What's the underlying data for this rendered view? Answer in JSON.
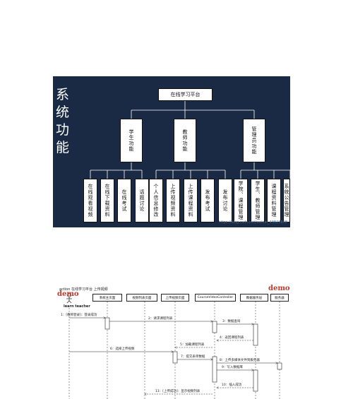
{
  "functions": {
    "side_title": "系统功能",
    "root": "在线学习平台",
    "groups": [
      {
        "label": "学生功能",
        "children": [
          "在线观看视频",
          "在线下载资料",
          "在线考试",
          "话题讨论"
        ]
      },
      {
        "label": "教师功能",
        "children": [
          "个人信息修改",
          "上传视频资料",
          "上传课程资料",
          "发布考试",
          "发布讨论"
        ]
      },
      {
        "label": "管理员功能",
        "children": [
          "学院、课程管理",
          "学生、教师管理",
          "课程资料管理",
          "系统公告管理"
        ]
      }
    ],
    "watermark": "https://blog.csdn.net/weixin_43823808"
  },
  "sequence": {
    "title": "action 在线学习平台 上传视频",
    "demo_left": "demo",
    "demo_right": "demo",
    "actor": "learn teacher",
    "participants": [
      "系统主页面",
      "视频列表页面",
      "上传视频页面",
      "CourseVideoController",
      "数据服务层",
      "服务器"
    ],
    "messages": [
      "1：[教师登录]：登录成功",
      "2：请求课程列表",
      "3：数据查询",
      "4：返回课程列表",
      "5：加载课程列表",
      "6：选择上传视频",
      "7：提交表单数据",
      "8：上传多媒体文件到服务器",
      "9：写入数据库",
      "10：插入成功",
      "11：[上传成功]：显示视频列表"
    ]
  }
}
